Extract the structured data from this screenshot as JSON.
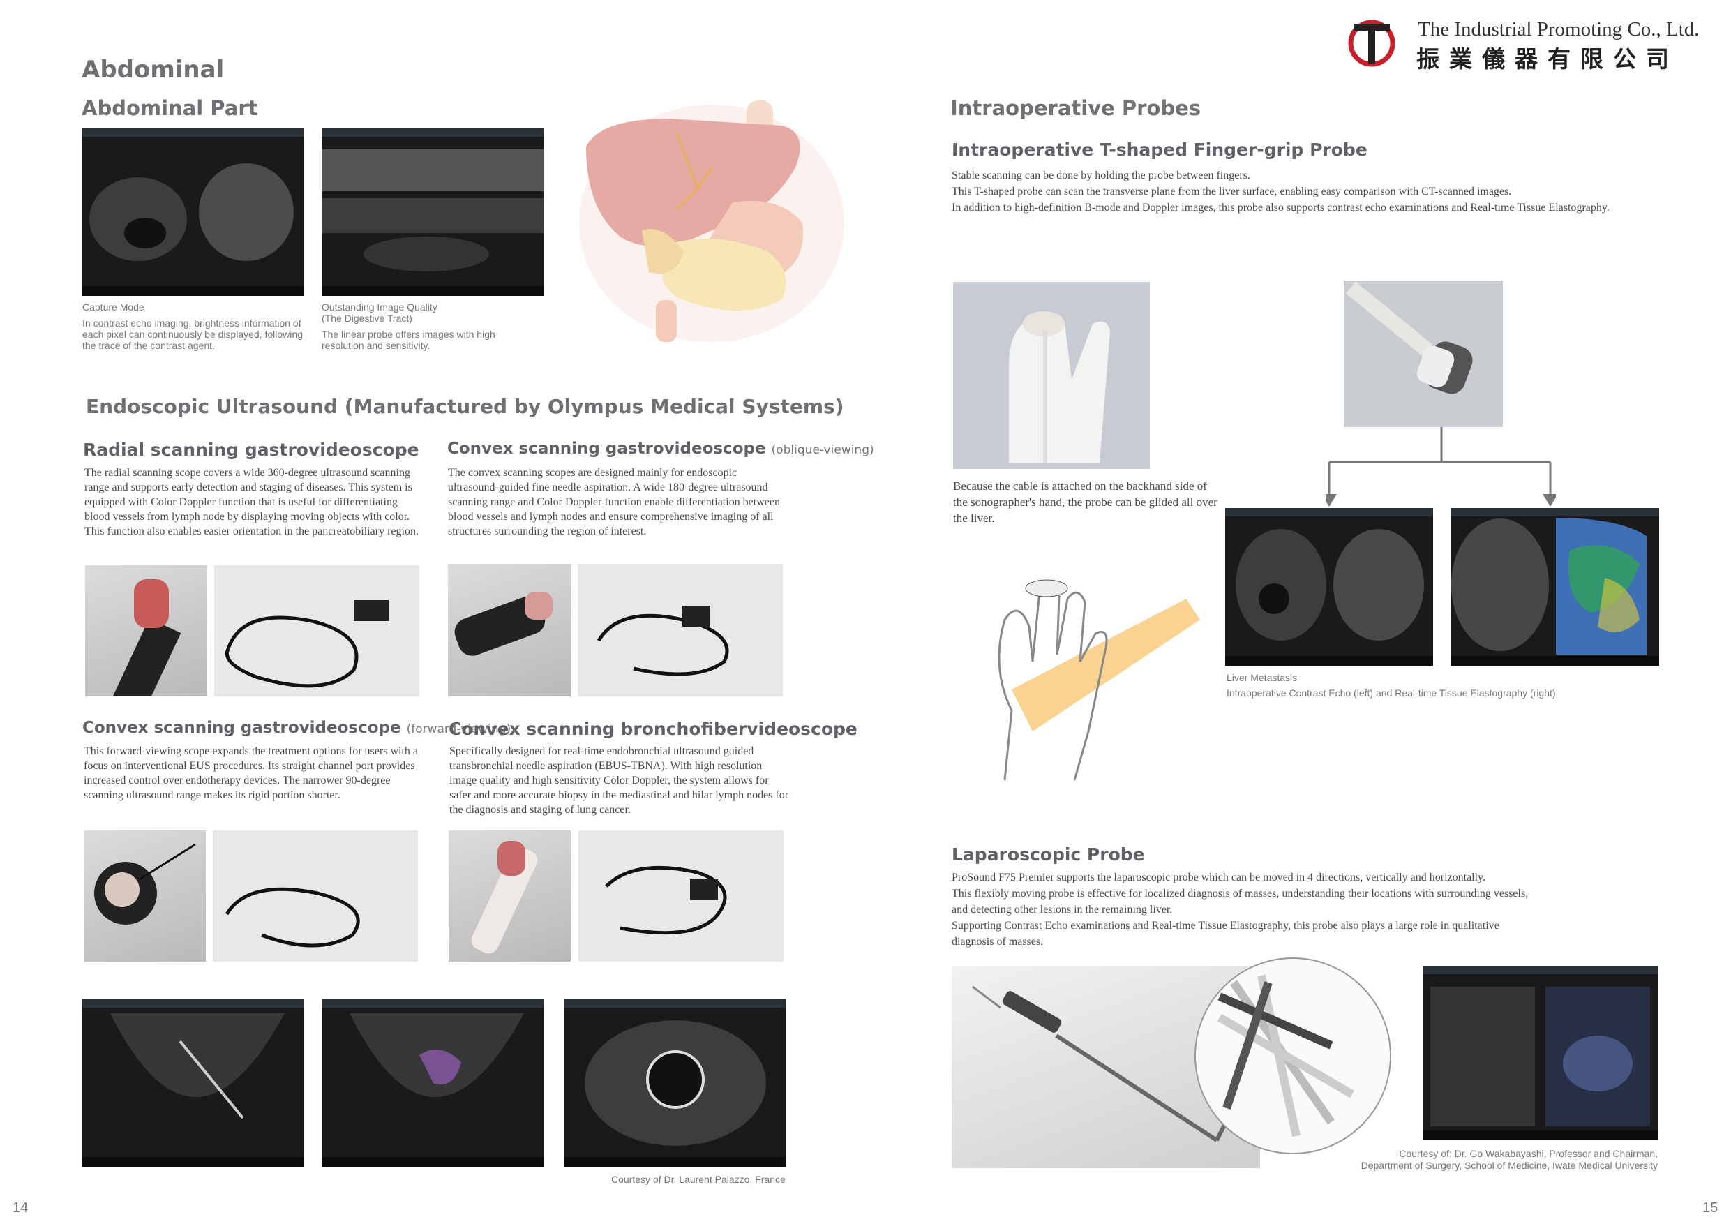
{
  "brand": {
    "name_en": "The Industrial Promoting Co., Ltd.",
    "name_zh": "振業儀器有限公司",
    "logo_letter": "T"
  },
  "left": {
    "title": "Abdominal",
    "subtitle": "Abdominal Part",
    "img1": {
      "caption_title": "Capture Mode",
      "caption_text": "In contrast echo imaging, brightness information of each pixel can continuously be displayed, following the trace of the contrast agent."
    },
    "img2": {
      "caption_title": "Outstanding Image Quality\n(The Digestive Tract)",
      "caption_text": "The linear probe offers images with high resolution and sensitivity."
    },
    "eus_title": "Endoscopic Ultrasound (Manufactured by Olympus Medical Systems)",
    "radial": {
      "title": "Radial scanning gastrovideoscope",
      "sub": "",
      "text": "The radial scanning scope covers a wide 360-degree ultrasound scanning range and supports early detection and staging of diseases. This system is equipped with Color Doppler function that is useful for differentiating blood vessels from lymph node by displaying moving objects with color. This function also enables easier orientation in the pancreatobiliary region."
    },
    "convex_oblique": {
      "title": "Convex scanning gastrovideoscope",
      "sub": "(oblique-viewing)",
      "text": "The convex scanning scopes are designed mainly for endoscopic ultrasound-guided fine needle aspiration. A wide 180-degree ultrasound scanning range and Color Doppler function enable differentiation between blood vessels and lymph nodes and ensure comprehensive imaging of all structures surrounding the region of interest."
    },
    "convex_forward": {
      "title": "Convex scanning gastrovideoscope",
      "sub": "(forward-viewing)",
      "text": "This forward-viewing scope expands the treatment options for users with a focus on interventional EUS procedures. Its straight channel port provides increased control over endotherapy devices. The narrower 90-degree scanning ultrasound range makes its rigid portion shorter."
    },
    "broncho": {
      "title": "Convex scanning bronchofibervideoscope",
      "sub": "",
      "text": "Specifically designed for real-time endobronchial ultrasound guided transbronchial needle aspiration (EBUS-TBNA). With high resolution image quality and high sensitivity Color Doppler, the system allows for safer and more accurate biopsy in the mediastinal and hilar lymph nodes for the diagnosis and staging of lung cancer."
    },
    "courtesy": "Courtesy of Dr. Laurent Palazzo, France",
    "page_number": "14"
  },
  "right": {
    "title": "Intraoperative Probes",
    "tprobe": {
      "title": "Intraoperative T-shaped Finger-grip Probe",
      "lines": [
        "Stable scanning can be done by holding the probe between fingers.",
        "This T-shaped probe can scan the transverse plane from the liver surface, enabling easy comparison with CT-scanned images.",
        "In addition to high-definition B-mode and Doppler images, this probe also supports contrast echo examinations and Real-time Tissue Elastography."
      ]
    },
    "cable_note": "Because the cable is attached on the backhand side of the sonographer's hand, the probe can be glided all over the liver.",
    "liver_caption_title": "Liver Metastasis",
    "liver_caption_text": "Intraoperative Contrast Echo (left) and Real-time Tissue Elastography (right)",
    "lap": {
      "title": "Laparoscopic Probe",
      "lines": [
        "ProSound F75 Premier  supports the laparoscopic probe which can be moved in 4 directions, vertically and horizontally.",
        "This flexibly moving probe is effective for localized diagnosis of masses, understanding their locations with surrounding vessels,",
        "and detecting other lesions in the remaining liver.",
        "Supporting Contrast Echo examinations and Real-time Tissue Elastography, this probe also plays a large role in qualitative",
        "diagnosis of masses."
      ]
    },
    "courtesy_line1": "Courtesy of: Dr. Go Wakabayashi, Professor and Chairman,",
    "courtesy_line2": "Department of Surgery, School of Medicine, Iwate Medical University",
    "page_number": "15"
  }
}
